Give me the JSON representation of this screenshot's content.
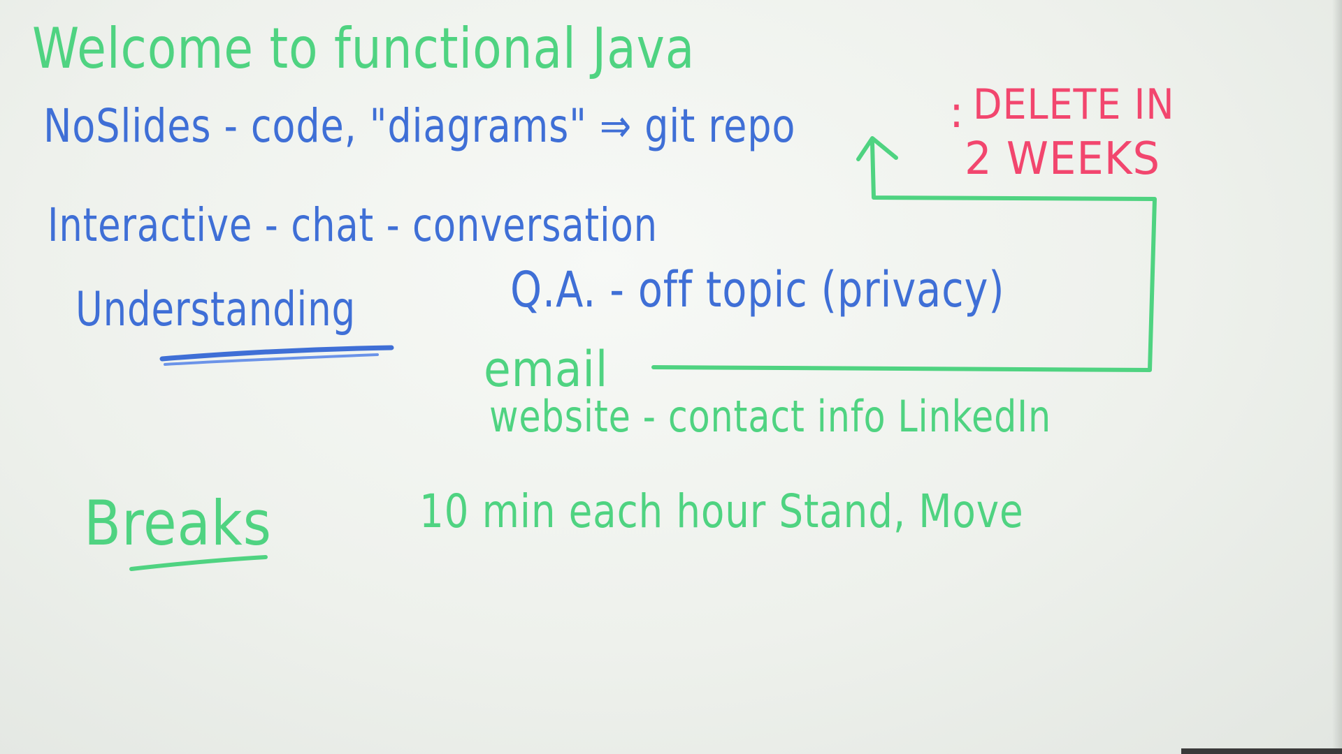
{
  "colors": {
    "board": "#f1f3ef",
    "green_marker": "#4fd381",
    "blue_marker": "#3f6fd6",
    "red_marker": "#f2466e"
  },
  "whiteboard": {
    "title": "Welcome to functional Java",
    "line_no_slides": "NoSlides - code, \"diagrams\" ⇒ git repo",
    "colon": ":",
    "delete_line1": "DELETE IN",
    "delete_line2": "2 WEEKS",
    "line_interactive": "Interactive - chat - conversation",
    "line_understanding": "Understanding",
    "line_qa": "Q.A. - off topic (privacy)",
    "line_email": "email",
    "line_website": "website - contact info LinkedIn",
    "line_breaks": "Breaks",
    "line_breaks_detail": "10 min each hour Stand, Move"
  }
}
